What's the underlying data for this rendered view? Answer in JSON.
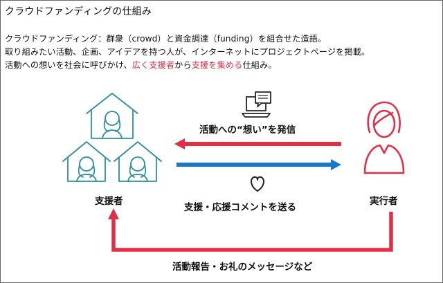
{
  "title": "クラウドファンディングの仕組み",
  "description": {
    "line1": "クラウドファンディング：群衆（crowd）と資金調達（funding）を組合せた造語。",
    "line2": "取り組みたい活動、企画、アイデアを持つ人が、インターネットにプロジェクトページを掲載。",
    "line3": {
      "part1": "活動への想いを社会に呼びかけ、",
      "highlight1": "広く支援者",
      "part2": "から",
      "highlight2": "支援を集める",
      "part3": "仕組み。"
    }
  },
  "nodes": {
    "supporters_label": "支援者",
    "executor_label": "実行者"
  },
  "flows": {
    "top_label": "活動への“想い”を発信",
    "middle_label": "支援・応援コメントを送る",
    "bottom_label": "活動報告・お礼のメッセージなど"
  },
  "colors": {
    "accent_red": "#e03048",
    "accent_blue": "#1877c8",
    "icon_teal": "#2a8ea0"
  },
  "icons": [
    "house-person-icon",
    "person-icon",
    "laptop-message-icon",
    "heart-icon"
  ]
}
